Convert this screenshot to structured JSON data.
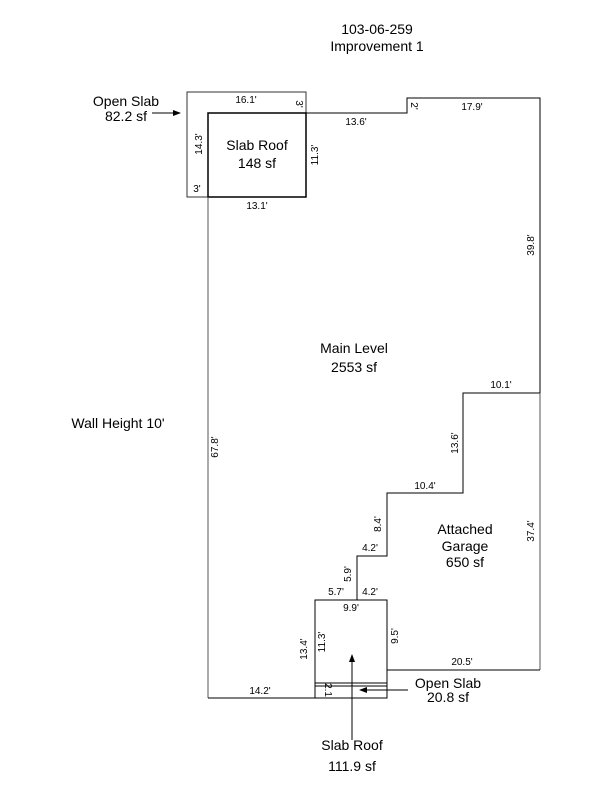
{
  "header": {
    "parcel_id": "103-06-259",
    "improvement": "Improvement 1"
  },
  "notes": {
    "wall_height": "Wall Height 10'"
  },
  "areas": {
    "main_level": {
      "name": "Main Level",
      "area": "2553 sf"
    },
    "attached_garage": {
      "name_line1": "Attached",
      "name_line2": "Garage",
      "area": "650 sf"
    },
    "slab_roof_top": {
      "name": "Slab Roof",
      "area": "148 sf"
    },
    "open_slab_top": {
      "name": "Open Slab",
      "area": "82.2 sf"
    },
    "slab_roof_bottom": {
      "name": "Slab Roof",
      "area": "111.9 sf"
    },
    "open_slab_bottom": {
      "name": "Open Slab",
      "area": "20.8 sf"
    }
  },
  "dimensions": {
    "top_slab_width": "16.1'",
    "top_slab_offset_right": "3'",
    "top_slab_height": "14.3'",
    "top_slab_offset_left": "3'",
    "slab_roof_height": "11.3'",
    "slab_roof_bottom": "13.1'",
    "main_top_left": "13.6'",
    "main_step": "2'",
    "main_top_right": "17.9'",
    "main_right_upper": "39.8'",
    "main_left": "67.8'",
    "step_top": "10.1'",
    "step_vertical_1": "13.6'",
    "step_horizontal_2": "10.4'",
    "step_vertical_2": "8.4'",
    "step_horizontal_3": "4.2'",
    "step_vertical_3": "5.9'",
    "step_horizontal_left": "5.7'",
    "step_horizontal_right": "4.2'",
    "garage_right": "37.4'",
    "bottom_slab_top": "9.9'",
    "bottom_slab_right": "9.5'",
    "bottom_slab_inner_left": "11.3'",
    "bottom_slab_outer_left": "13.4'",
    "garage_bottom": "20.5'",
    "main_bottom": "14.2'",
    "open_slab_height": "2.1'"
  }
}
